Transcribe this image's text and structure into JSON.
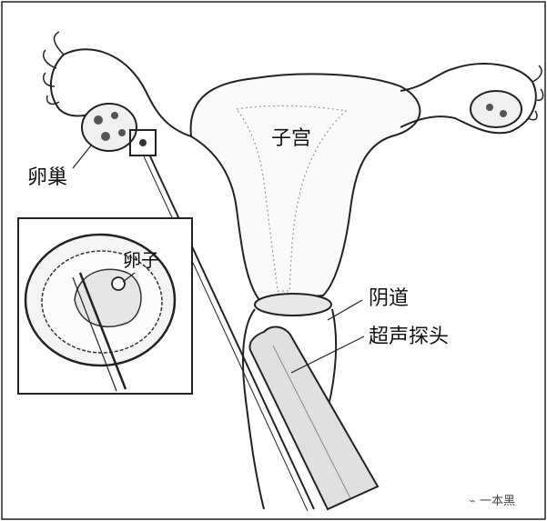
{
  "labels": {
    "uterus": "子宫",
    "ovary": "卵巢",
    "egg": "卵子",
    "vagina": "阴道",
    "probe": "超声探头"
  },
  "watermark": "一本黑"
}
